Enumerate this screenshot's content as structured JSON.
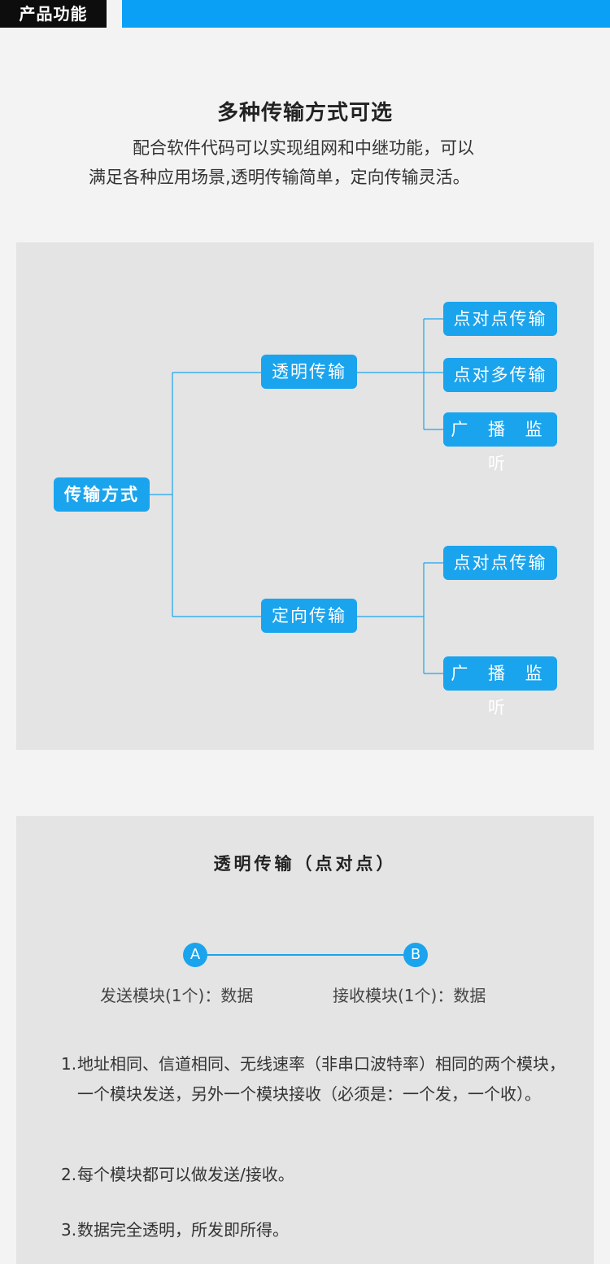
{
  "header": {
    "section_label": "产品功能"
  },
  "intro": {
    "title": "多种传输方式可选",
    "line1": "配合软件代码可以实现组网和中继功能，可以",
    "line2": "满足各种应用场景,透明传输简单，定向传输灵活。"
  },
  "diagram": {
    "root": "传输方式",
    "transparent": {
      "label": "透明传输",
      "children": [
        "点对点传输",
        "点对多传输",
        "广 播 监 听"
      ]
    },
    "directional": {
      "label": "定向传输",
      "children": [
        "点对点传输",
        "广 播 监 听"
      ]
    }
  },
  "p2p": {
    "title": "透明传输（点对点）",
    "node_a": "A",
    "node_b": "B",
    "label_a": "发送模块(1个)：数据",
    "label_b": "接收模块(1个)：数据"
  },
  "notes": [
    {
      "num": "1.",
      "text": "地址相同、信道相同、无线速率（非串口波特率）相同的两个模块，一个模块发送，另外一个模块接收（必须是：一个发，一个收）。"
    },
    {
      "num": "2.",
      "text": "每个模块都可以做发送/接收。"
    },
    {
      "num": "3.",
      "text": "数据完全透明，所发即所得。"
    }
  ],
  "colors": {
    "accent": "#1aa4ee",
    "header_blue": "#0aa0f5",
    "panel_bg": "#e4e4e4"
  }
}
